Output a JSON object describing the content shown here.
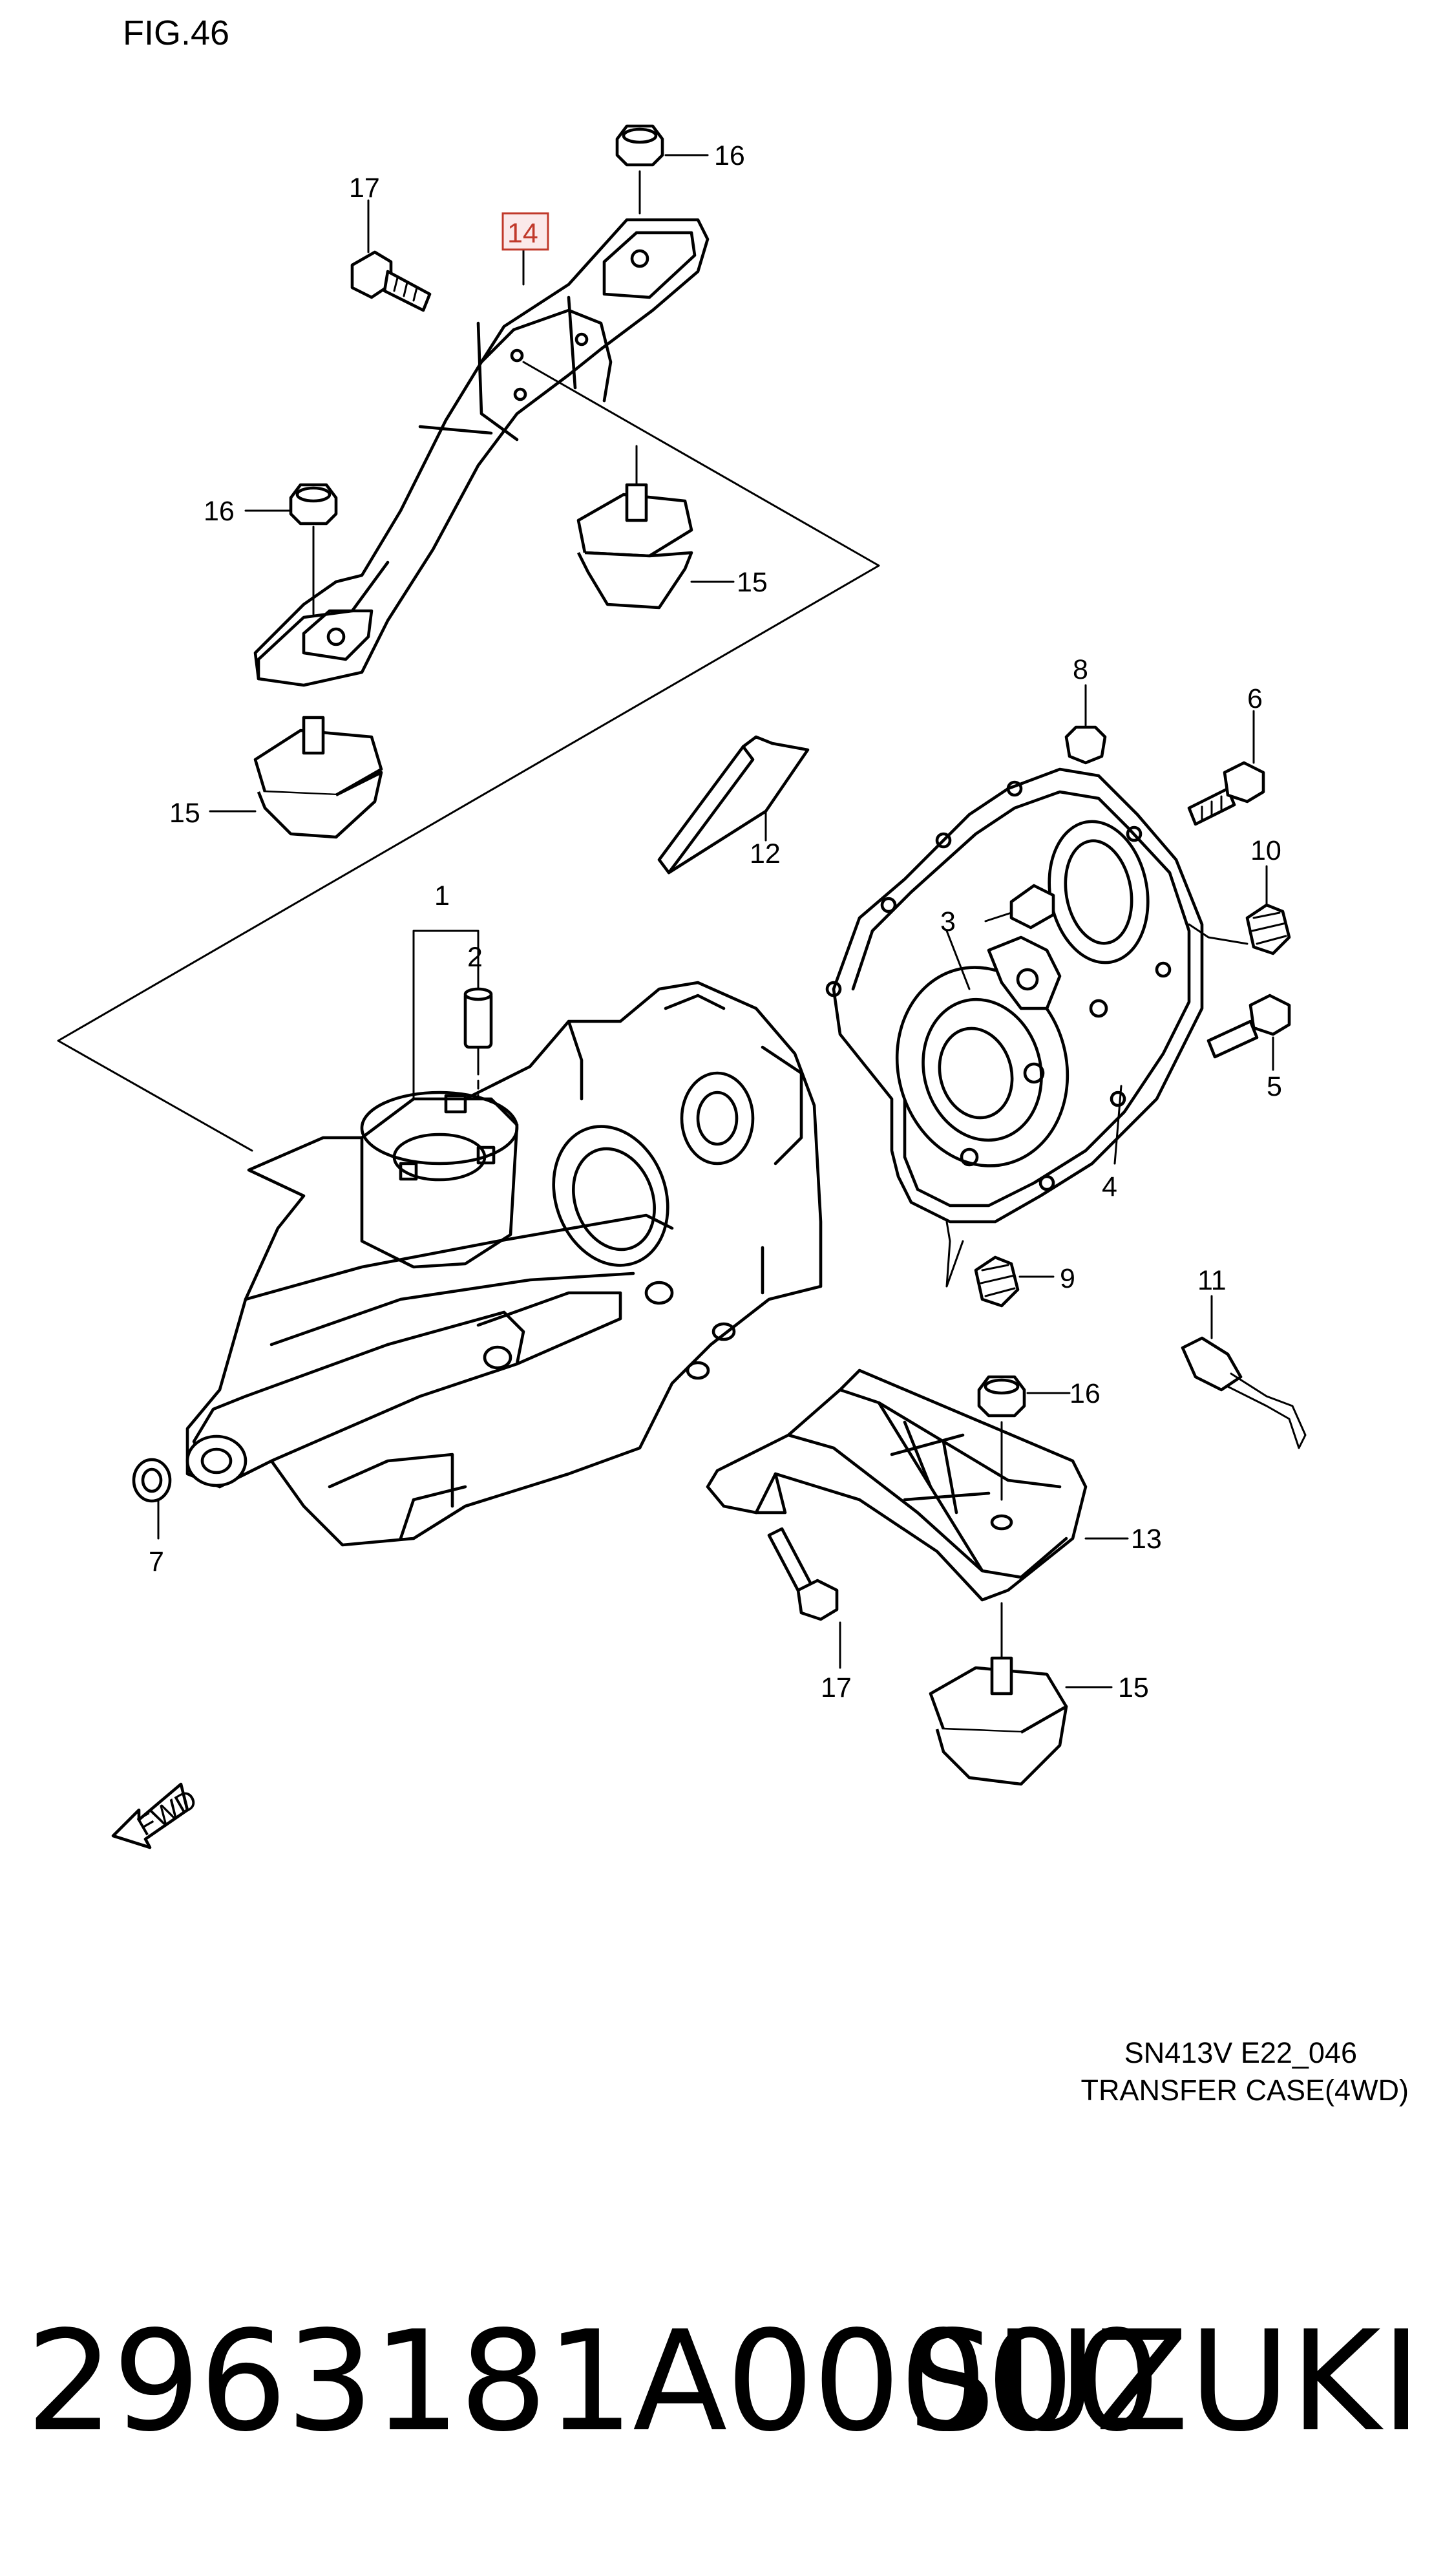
{
  "figure": {
    "label": "FIG.46",
    "model_code": "SN413V E22_046",
    "section_title": "TRANSFER CASE(4WD)",
    "direction_marker": "FWD"
  },
  "callouts": [
    {
      "id": "c1",
      "text": "1"
    },
    {
      "id": "c2",
      "text": "2"
    },
    {
      "id": "c3",
      "text": "3"
    },
    {
      "id": "c4",
      "text": "4"
    },
    {
      "id": "c5",
      "text": "5"
    },
    {
      "id": "c6",
      "text": "6"
    },
    {
      "id": "c7",
      "text": "7"
    },
    {
      "id": "c8",
      "text": "8"
    },
    {
      "id": "c9",
      "text": "9"
    },
    {
      "id": "c10",
      "text": "10"
    },
    {
      "id": "c11",
      "text": "11"
    },
    {
      "id": "c12",
      "text": "12"
    },
    {
      "id": "c13",
      "text": "13"
    },
    {
      "id": "c14",
      "text": "14",
      "highlighted": true
    },
    {
      "id": "c15a",
      "text": "15"
    },
    {
      "id": "c15b",
      "text": "15"
    },
    {
      "id": "c15c",
      "text": "15"
    },
    {
      "id": "c16a",
      "text": "16"
    },
    {
      "id": "c16b",
      "text": "16"
    },
    {
      "id": "c16c",
      "text": "16"
    },
    {
      "id": "c17a",
      "text": "17"
    },
    {
      "id": "c17b",
      "text": "17"
    }
  ],
  "highlight_color": "#c0392b",
  "part_number": "2963181A00000",
  "brand": "SUZUKI"
}
